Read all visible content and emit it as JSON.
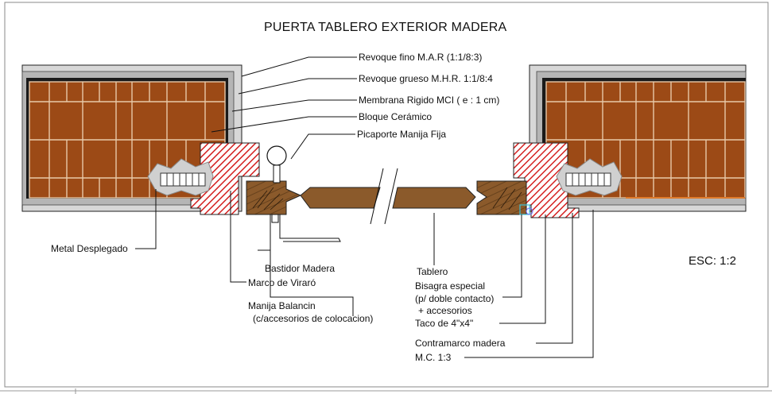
{
  "title": "PUERTA TABLERO EXTERIOR MADERA",
  "scale": "ESC: 1:2",
  "labels": {
    "revoque_fino": "Revoque fino M.A.R (1:1/8:3)",
    "revoque_grueso": "Revoque grueso M.H.R. 1:1/8:4",
    "membrana": "Membrana Rigido MCI ( e : 1 cm)",
    "bloque": "Bloque Cerámico",
    "picaporte": "Picaporte Manija Fija",
    "metal": "Metal Desplegado",
    "bastidor": "Bastidor Madera",
    "marco": "Marco de Viraró",
    "manija_1": "Manija Balancin",
    "manija_2": "(c/accesorios de colocacion)",
    "tablero": "Tablero",
    "bisagra_1": "Bisagra especial",
    "bisagra_2": "(p/ doble contacto)",
    "bisagra_3": "+ accesorios",
    "taco": "Taco de 4\"x4\"",
    "contramarco": "Contramarco madera",
    "mc": "M.C. 1:3"
  },
  "colors": {
    "brick": "#9c4a16",
    "wood": "#8b5a2b",
    "hatch": "#d42020",
    "plaster": "#bdbdbd",
    "membrane": "#1a1a1a"
  }
}
